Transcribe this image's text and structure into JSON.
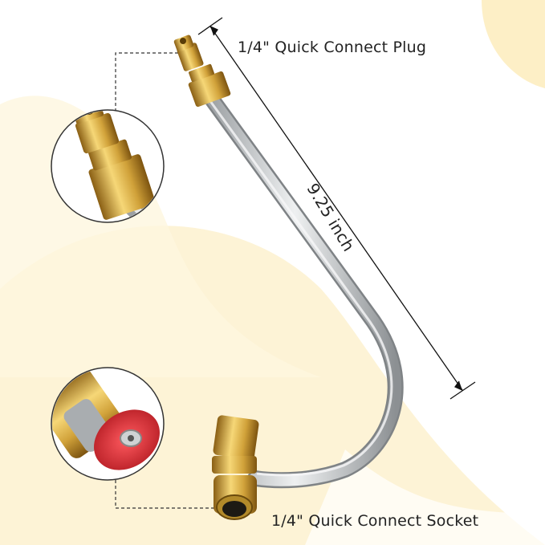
{
  "labels": {
    "plug": "1/4\" Quick Connect Plug",
    "socket": "1/4\" Quick Connect Socket",
    "length": "9.25 inch"
  },
  "colors": {
    "background_blob": "#FDF1CF",
    "brass": "#D4A63C",
    "stainless": "#C8CBCD",
    "nozzle_red": "#D2232A"
  }
}
